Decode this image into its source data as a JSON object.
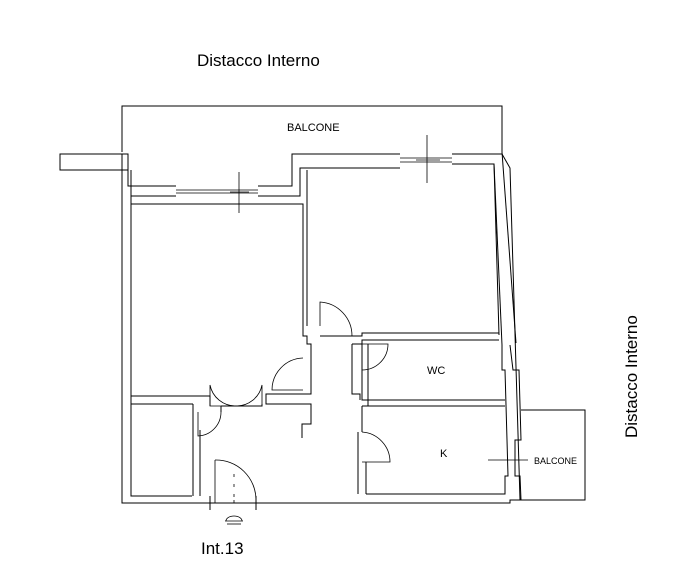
{
  "labels": {
    "top_note": "Distacco Interno",
    "right_note": "Distacco Interno",
    "balcony_top": "BALCONE",
    "balcony_right": "BALCONE",
    "wc": "WC",
    "kitchen": "K",
    "unit": "Int.13"
  }
}
